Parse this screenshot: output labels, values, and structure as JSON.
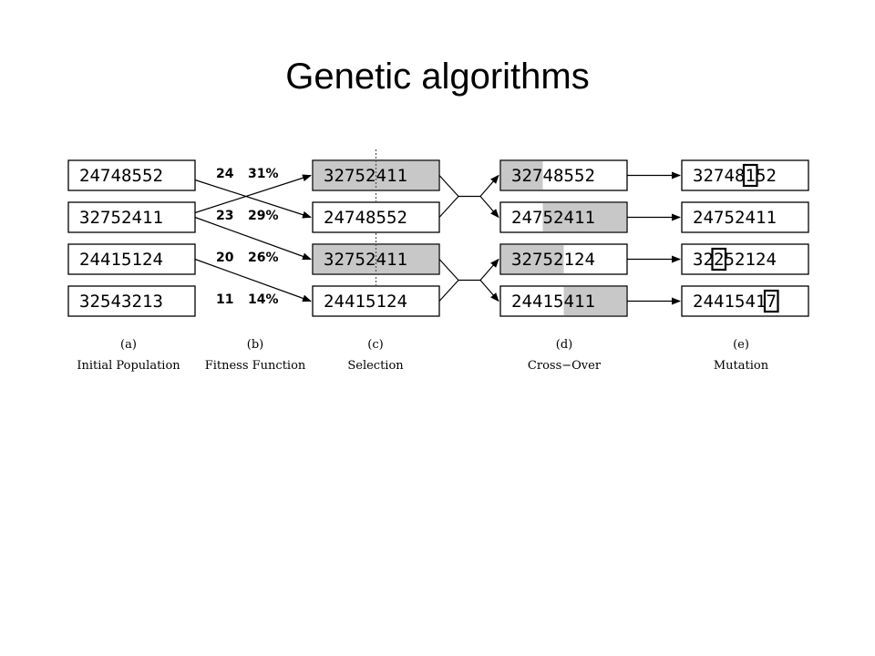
{
  "title": "Genetic algorithms",
  "colors": {
    "shaded": "#c8c8c8",
    "stroke": "#000000"
  },
  "columns": [
    {
      "letter": "(a)",
      "caption": "Initial Population"
    },
    {
      "letter": "(b)",
      "caption": "Fitness Function"
    },
    {
      "letter": "(c)",
      "caption": "Selection"
    },
    {
      "letter": "(d)",
      "caption": "Cross−Over"
    },
    {
      "letter": "(e)",
      "caption": "Mutation"
    }
  ],
  "initial_population": [
    "24748552",
    "32752411",
    "24415124",
    "32543213"
  ],
  "fitness": [
    {
      "score": "24",
      "percent": "31%"
    },
    {
      "score": "23",
      "percent": "29%"
    },
    {
      "score": "20",
      "percent": "26%"
    },
    {
      "score": "11",
      "percent": "14%"
    }
  ],
  "selection": [
    {
      "value": "32752411",
      "crossover_point": 5
    },
    {
      "value": "24748552",
      "crossover_point": 3
    },
    {
      "value": "32752411",
      "crossover_point": 5
    },
    {
      "value": "24415124",
      "crossover_point": 5
    }
  ],
  "selection_sources": [
    1,
    0,
    1,
    2
  ],
  "crossover": [
    {
      "value": "32748552",
      "shade_from": 0,
      "shade_to": 3
    },
    {
      "value": "24752411",
      "shade_from": 3,
      "shade_to": 8
    },
    {
      "value": "32752124",
      "shade_from": 0,
      "shade_to": 5
    },
    {
      "value": "24415411",
      "shade_from": 5,
      "shade_to": 8
    }
  ],
  "mutation": [
    {
      "value": "32748152",
      "mutated_index": 5
    },
    {
      "value": "24752411",
      "mutated_index": null
    },
    {
      "value": "32252124",
      "mutated_index": 2
    },
    {
      "value": "24415417",
      "mutated_index": 7
    }
  ]
}
